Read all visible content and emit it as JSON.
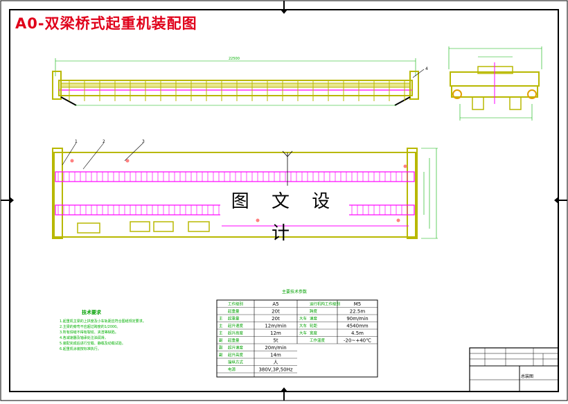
{
  "drawing": {
    "title": "A0-双梁桥式起重机装配图",
    "watermark": "图 文 设 计"
  },
  "part_callouts": [
    "1",
    "2",
    "3",
    "4"
  ],
  "tech_requirements": {
    "title": "技术要求",
    "lines": [
      "1.起重机主梁的上拱度及小车轨距应符合图纸规定要求。",
      "2.主梁的旁弯不应超过跨度的1/2000。",
      "3.所有焊缝不得有裂纹、夹渣等缺陷。",
      "4.各减速器及轴承处注油润滑。",
      "5.装配完成后进行空载、静载及动载试验。",
      "6.起重机涂装按标准执行。"
    ]
  },
  "spec_table": {
    "title": "主要技术参数",
    "left": [
      {
        "group": "",
        "label": "工作级别",
        "value": "A5"
      },
      {
        "group": "",
        "label": "起重量",
        "value": "20t"
      },
      {
        "group": "主",
        "label": "起重量",
        "value": "20t"
      },
      {
        "group": "主",
        "label": "起升速度",
        "value": "12m/min"
      },
      {
        "group": "主",
        "label": "起升高度",
        "value": "12m"
      },
      {
        "group": "副",
        "label": "起重量",
        "value": "5t"
      },
      {
        "group": "副",
        "label": "起升速度",
        "value": "20m/min"
      },
      {
        "group": "副",
        "label": "起升高度",
        "value": "14m"
      },
      {
        "group": "",
        "label": "操纵方式",
        "value": "人"
      },
      {
        "group": "",
        "label": "电源",
        "value": "380V,3P,50Hz"
      }
    ],
    "right": [
      {
        "group": "",
        "label": "运行机构工作级别",
        "value": "M5"
      },
      {
        "group": "",
        "label": "跨度",
        "value": "22.5m"
      },
      {
        "group": "大车",
        "label": "速度",
        "value": "90m/min"
      },
      {
        "group": "大车",
        "label": "轮距",
        "value": "4540mm"
      },
      {
        "group": "大车",
        "label": "宽度",
        "value": "4.5m"
      },
      {
        "group": "",
        "label": "工作温度",
        "value": "-20~+40℃"
      }
    ]
  },
  "title_block": {
    "drawing_name": "总装图"
  },
  "colors": {
    "frame": "#000000",
    "structure": "#b8b800",
    "dimension": "#00b000",
    "rail": "#ff00ff",
    "title": "#e0001a"
  }
}
